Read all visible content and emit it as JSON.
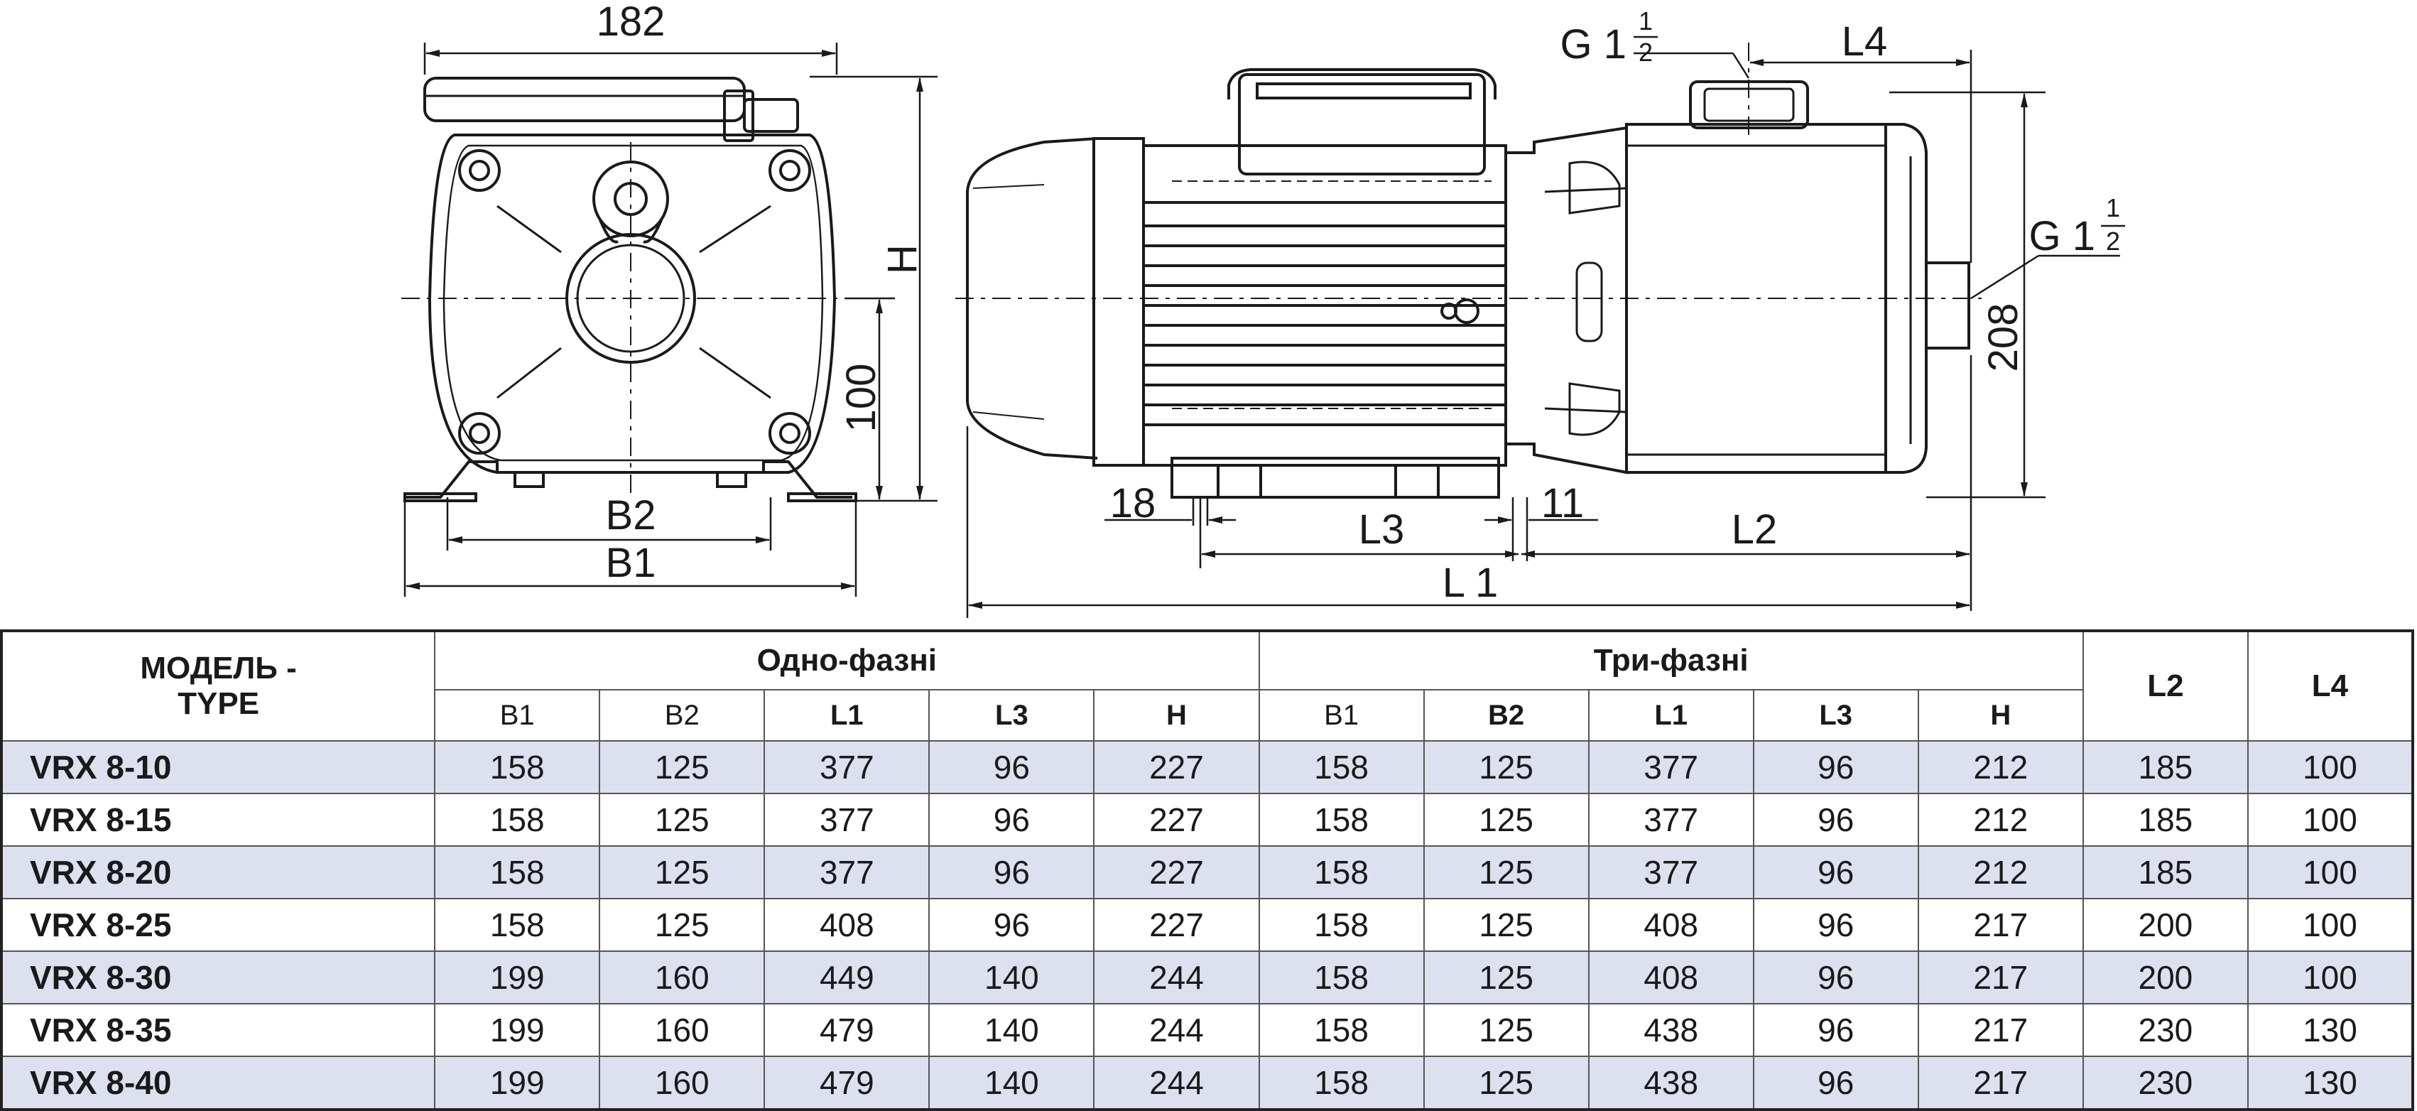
{
  "drawing": {
    "labels": {
      "width_top": "182",
      "height": "H",
      "axis_height": "100",
      "b2": "B2",
      "b1": "B1",
      "inlet_g": "G 1",
      "inlet_frac_num": "1",
      "inlet_frac_den": "2",
      "outlet_g": "G 1",
      "outlet_frac_num": "1",
      "outlet_frac_den": "2",
      "l4": "L4",
      "h208": "208",
      "d18": "18",
      "d11": "11",
      "l3": "L3",
      "l2": "L2",
      "l1": "L 1"
    }
  },
  "table": {
    "header": {
      "model": "МОДЕЛЬ -",
      "type": "TYPE",
      "single_phase": "Одно-фазні",
      "three_phase": "Три-фазні",
      "l2": "L2",
      "l4": "L4",
      "single_cols": [
        "B1",
        "B2",
        "L1",
        "L3",
        "H"
      ],
      "three_cols": [
        "B1",
        "B2",
        "L1",
        "L3",
        "H"
      ]
    },
    "rows": [
      {
        "model": "VRX 8-10",
        "values": [
          "158",
          "125",
          "377",
          "96",
          "227",
          "158",
          "125",
          "377",
          "96",
          "212",
          "185",
          "100"
        ]
      },
      {
        "model": "VRX 8-15",
        "values": [
          "158",
          "125",
          "377",
          "96",
          "227",
          "158",
          "125",
          "377",
          "96",
          "212",
          "185",
          "100"
        ]
      },
      {
        "model": "VRX 8-20",
        "values": [
          "158",
          "125",
          "377",
          "96",
          "227",
          "158",
          "125",
          "377",
          "96",
          "212",
          "185",
          "100"
        ]
      },
      {
        "model": "VRX 8-25",
        "values": [
          "158",
          "125",
          "408",
          "96",
          "227",
          "158",
          "125",
          "408",
          "96",
          "217",
          "200",
          "100"
        ]
      },
      {
        "model": "VRX 8-30",
        "values": [
          "199",
          "160",
          "449",
          "140",
          "244",
          "158",
          "125",
          "408",
          "96",
          "217",
          "200",
          "100"
        ]
      },
      {
        "model": "VRX 8-35",
        "values": [
          "199",
          "160",
          "479",
          "140",
          "244",
          "158",
          "125",
          "438",
          "96",
          "217",
          "230",
          "130"
        ]
      },
      {
        "model": "VRX 8-40",
        "values": [
          "199",
          "160",
          "479",
          "140",
          "244",
          "158",
          "125",
          "438",
          "96",
          "217",
          "230",
          "130"
        ]
      }
    ]
  },
  "colors": {
    "row_shade": "#dde1ef",
    "line": "#1a1a1a"
  }
}
